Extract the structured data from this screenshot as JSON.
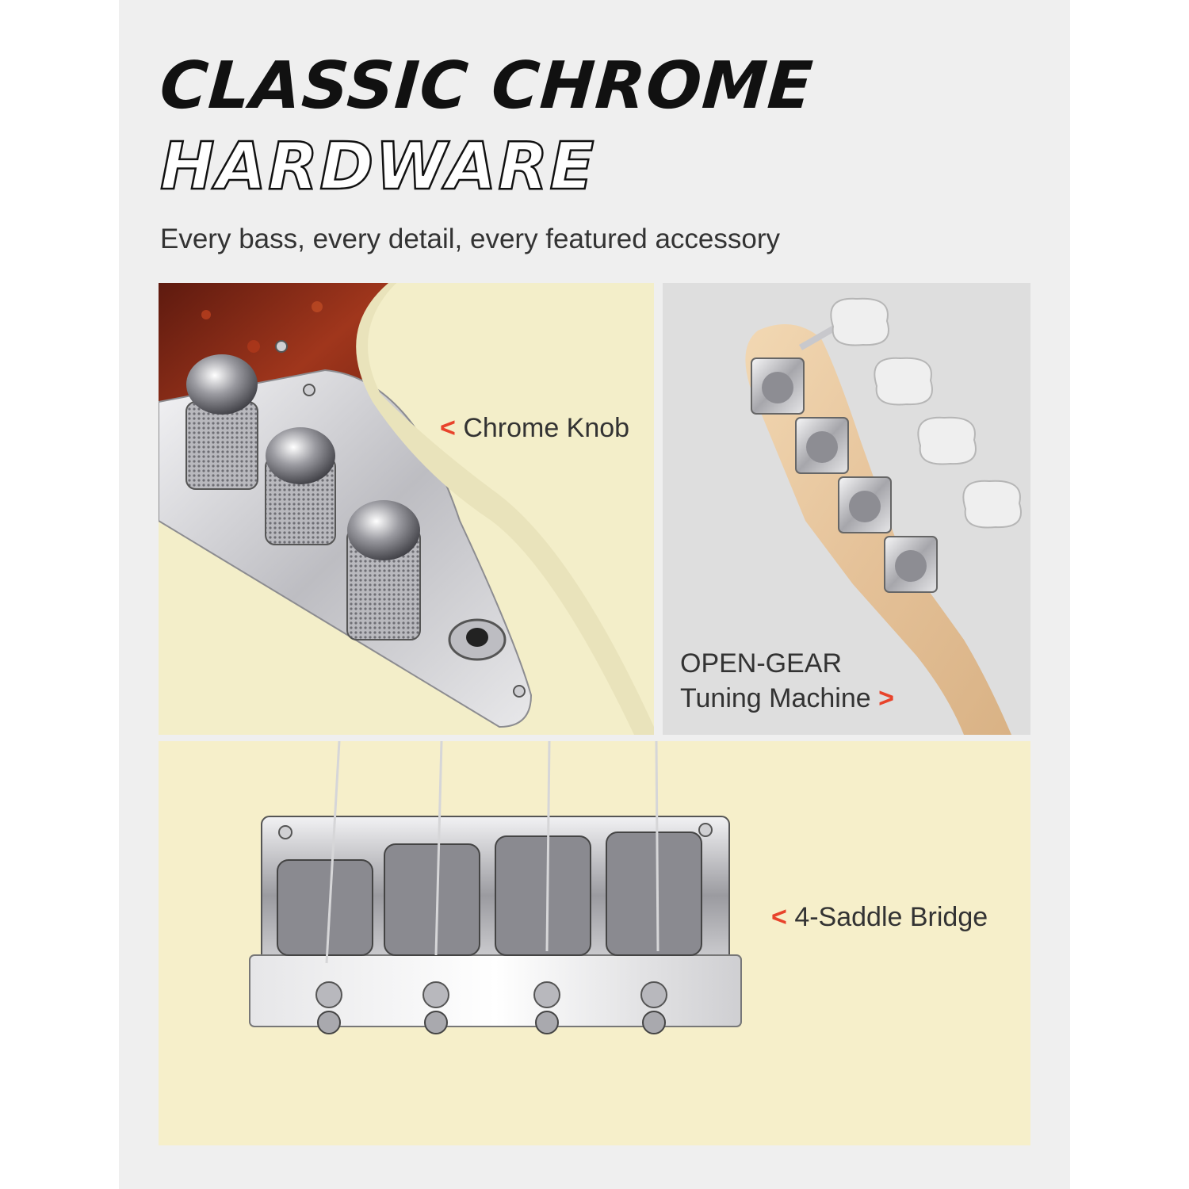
{
  "header": {
    "title_line1": "CLASSIC CHROME",
    "title_line2": "HARDWARE",
    "subtitle": "Every bass, every detail, every featured accessory"
  },
  "callouts": {
    "knob": "Chrome Knob",
    "tuner_line1": "OPEN-GEAR",
    "tuner_line2": "Tuning Machine",
    "bridge": "4-Saddle Bridge"
  },
  "glyphs": {
    "left": "<",
    "right": ">"
  },
  "colors": {
    "accent": "#e8432b",
    "body_cream": "#f3eec9",
    "chrome": "#c9c9cc",
    "tortoise": "#8a2a18",
    "maple": "#e7c9a2"
  }
}
